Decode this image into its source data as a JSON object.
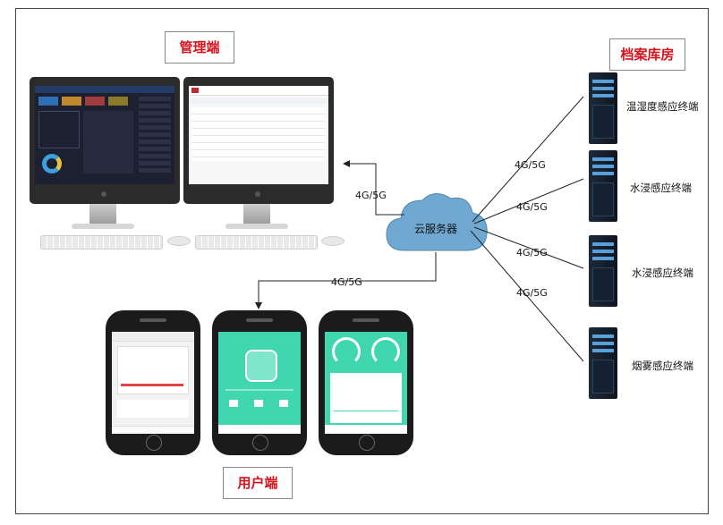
{
  "titles": {
    "admin": "管理端",
    "archive": "档案库房",
    "user": "用户端"
  },
  "cloud": {
    "label": "云服务器",
    "color": "#6fa8d0"
  },
  "links": {
    "to_admin": "4G/5G",
    "to_user": "4G/5G",
    "to_terminal_1": "4G/5G",
    "to_terminal_2": "4G/5G",
    "to_terminal_3": "4G/5G",
    "to_terminal_4": "4G/5G"
  },
  "terminals": [
    {
      "label": "温湿度感应终端",
      "icon": "server-rack-icon"
    },
    {
      "label": "水浸感应终端",
      "icon": "server-rack-icon"
    },
    {
      "label": "水浸感应终端",
      "icon": "server-rack-icon"
    },
    {
      "label": "烟雾感应终端",
      "icon": "server-rack-icon"
    }
  ],
  "colors": {
    "title_text": "#d6121c",
    "app_green": "#3fd6b0",
    "dashboard_bg": "#1c2030"
  }
}
